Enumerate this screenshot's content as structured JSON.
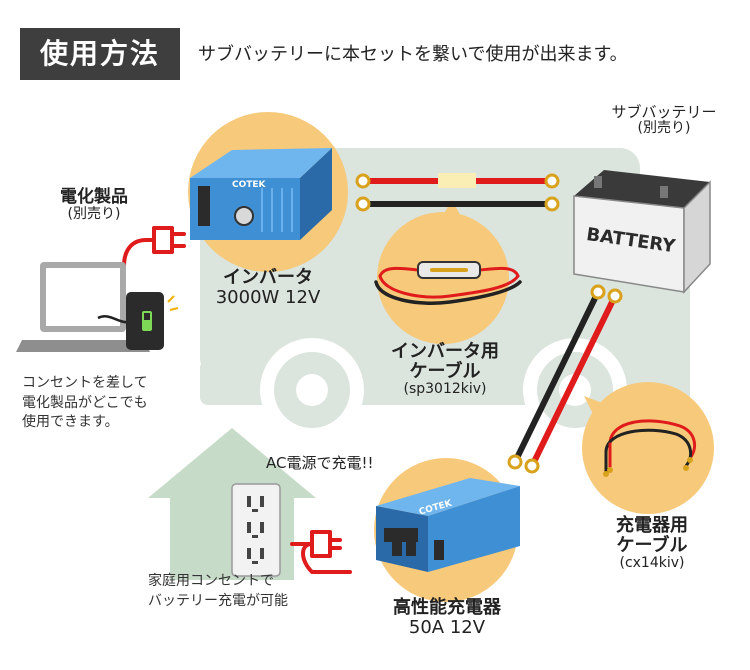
{
  "header": {
    "tag": "使用方法",
    "description": "サブバッテリーに本セットを繋いで使用が出来ます。"
  },
  "electronics": {
    "title": "電化製品",
    "sub": "(別売り)"
  },
  "subbattery": {
    "title": "サブバッテリー",
    "sub": "(別売り)",
    "battery_text": "BATTERY"
  },
  "inverter": {
    "name": "インバータ",
    "spec": "3000W 12V",
    "brand": "COTEK"
  },
  "inverter_cable": {
    "name1": "インバータ用",
    "name2": "ケーブル",
    "model": "(sp3012kiv)"
  },
  "usage_note": {
    "line1": "コンセントを差して",
    "line2": "電化製品がどこでも",
    "line3": "使用できます。"
  },
  "ac_note": "AC電源で充電!!",
  "home_note": {
    "line1": "家庭用コンセントで",
    "line2": "バッテリー充電が可能"
  },
  "charger": {
    "name": "高性能充電器",
    "spec": "50A 12V",
    "brand": "COTEK"
  },
  "charger_cable": {
    "name1": "充電器用",
    "name2": "ケーブル",
    "model": "(cx14kiv)"
  },
  "colors": {
    "header_bg": "#3e3e3e",
    "circle": "#f7c97a",
    "truck": "#dbe4dd",
    "house": "#c7dcc8",
    "device_blue": "#3f8fd4",
    "cable_red": "#e01b1b",
    "cable_black": "#222222"
  }
}
